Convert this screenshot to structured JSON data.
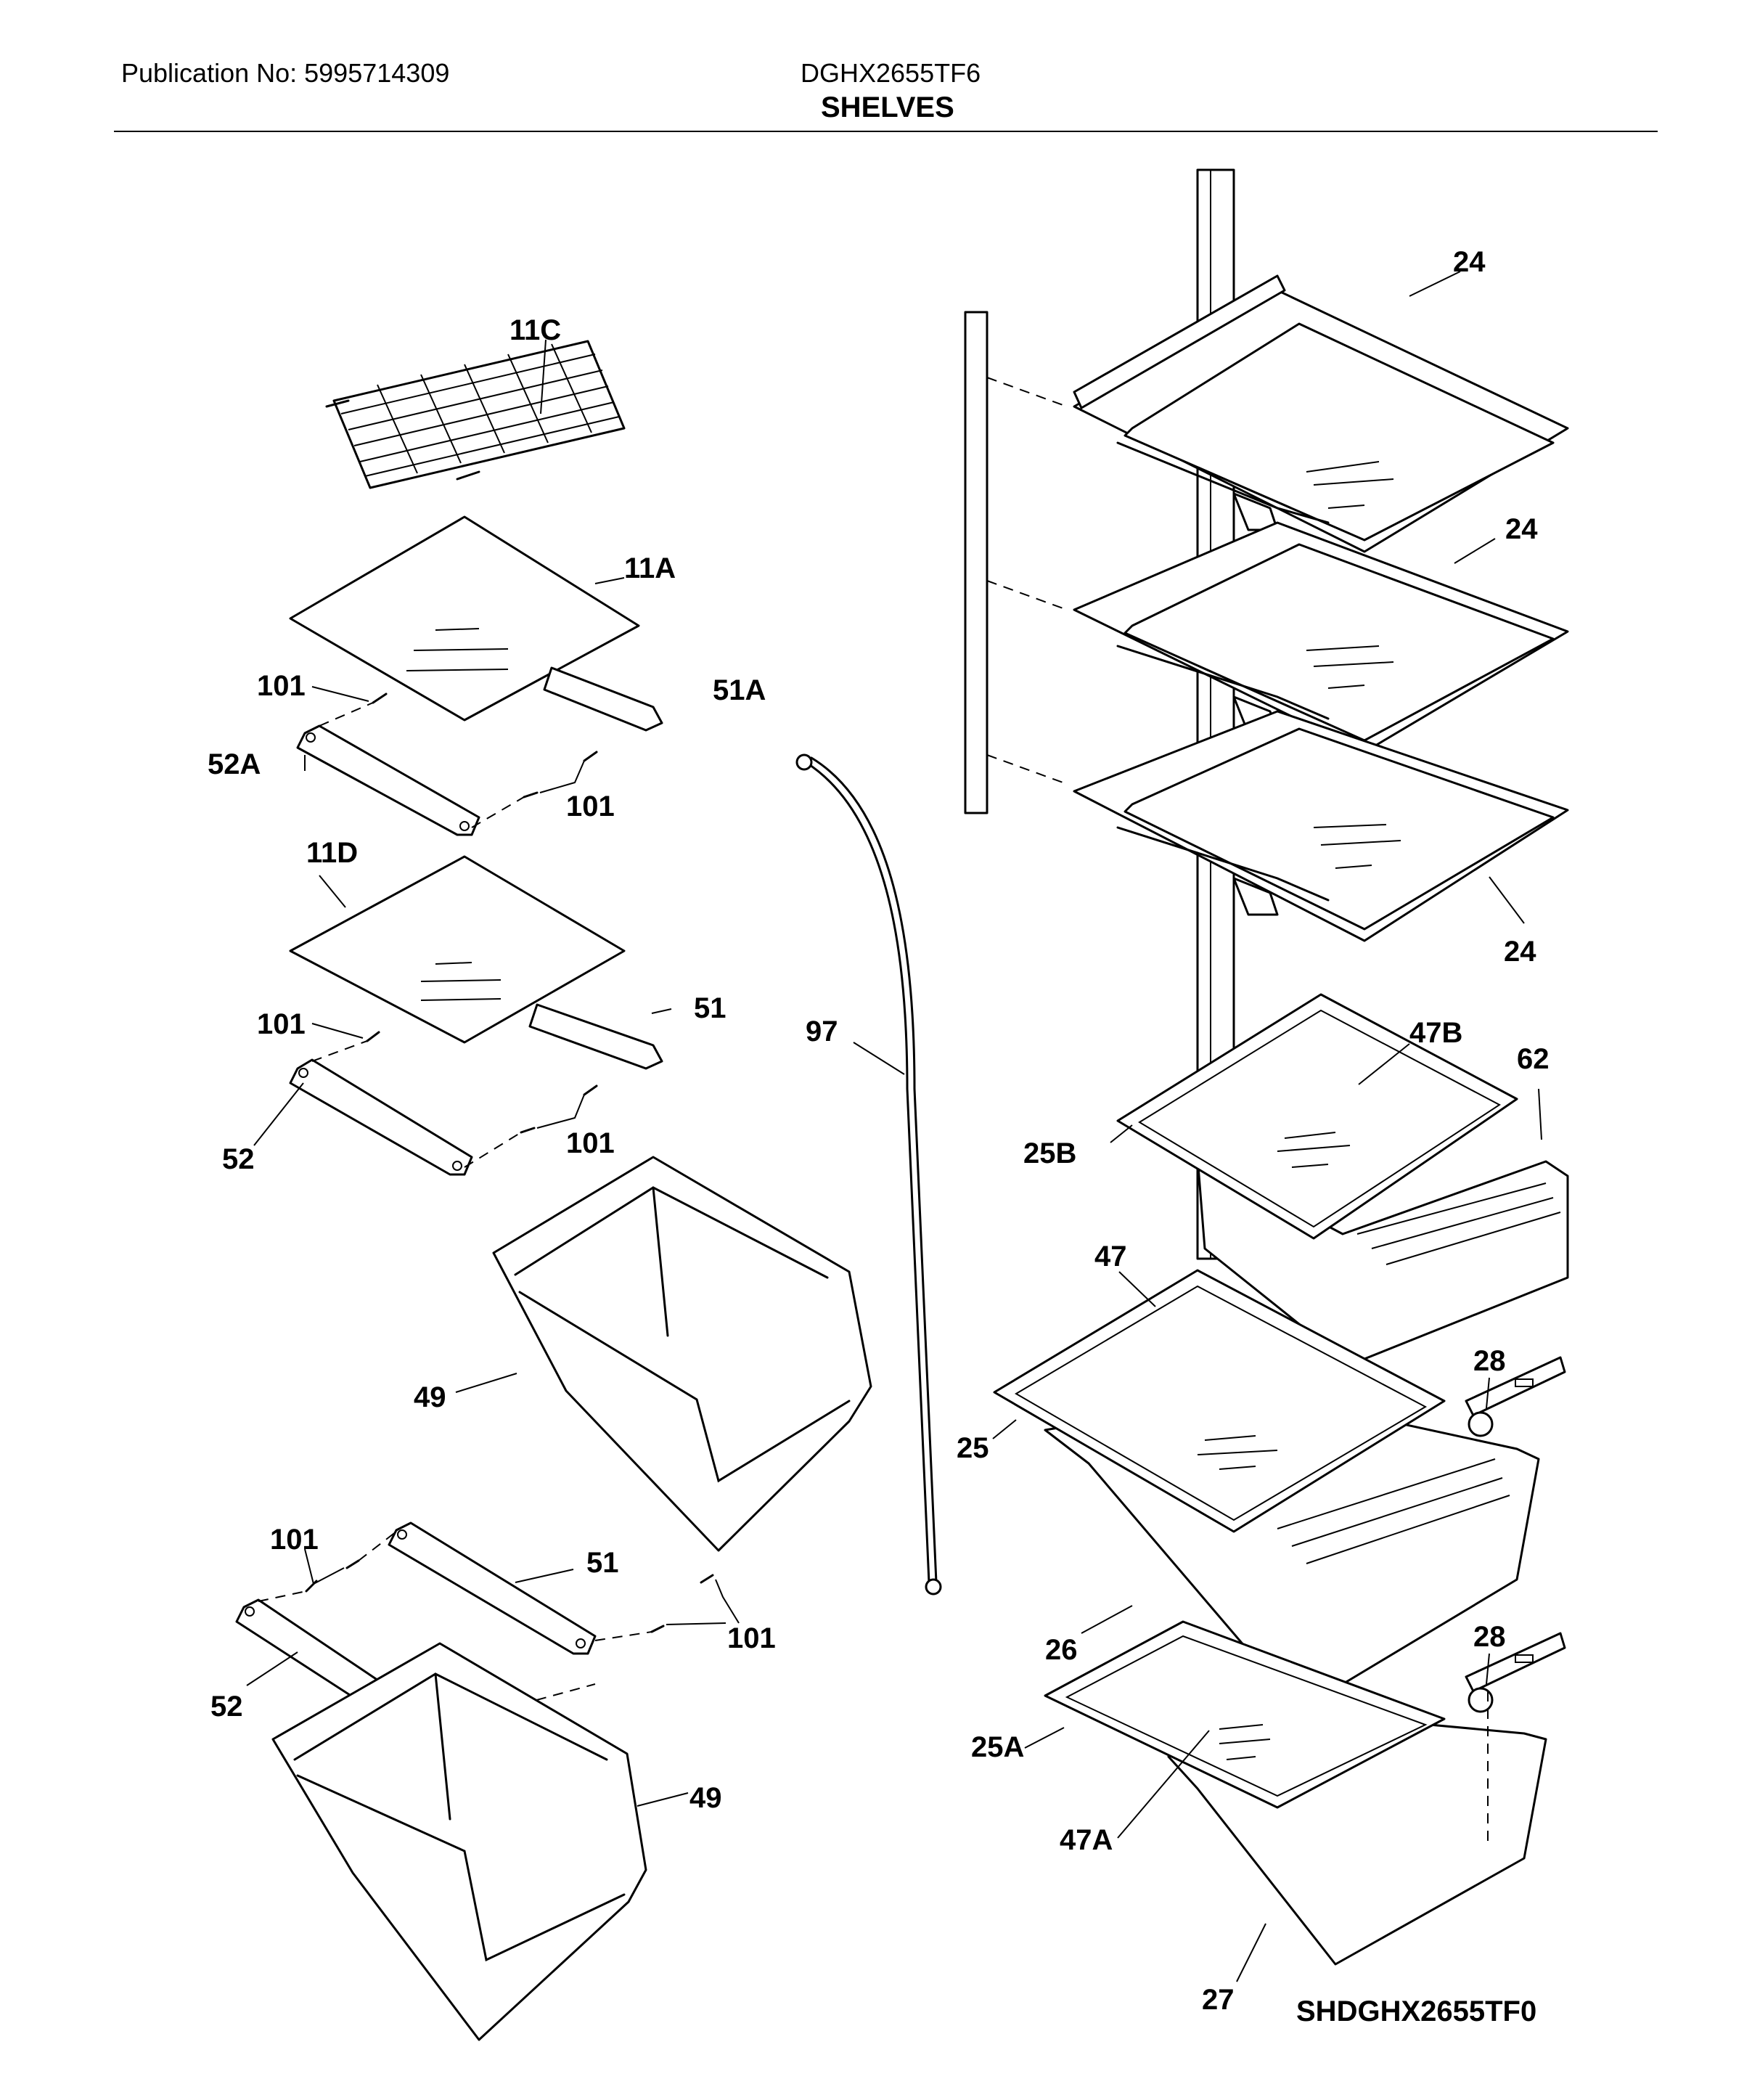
{
  "header": {
    "publication": "Publication No: 5995714309",
    "model": "DGHX2655TF6",
    "section_title": "SHELVES"
  },
  "figure_code": "SHDGHX2655TF0",
  "callouts": {
    "c11C": "11C",
    "c11A": "11A",
    "c101a": "101",
    "c51A": "51A",
    "c52A": "52A",
    "c101b": "101",
    "c11D": "11D",
    "c101c": "101",
    "c51a": "51",
    "c52a": "52",
    "c101d": "101",
    "c49a": "49",
    "c101e": "101",
    "c51b": "51",
    "c101f": "101",
    "c52b": "52",
    "c49b": "49",
    "c97": "97",
    "c24a": "24",
    "c24b": "24",
    "c24c": "24",
    "c47B": "47B",
    "c62": "62",
    "c25B": "25B",
    "c47": "47",
    "c28a": "28",
    "c25": "25",
    "c26": "26",
    "c28b": "28",
    "c25A": "25A",
    "c47A": "47A",
    "c27": "27"
  }
}
